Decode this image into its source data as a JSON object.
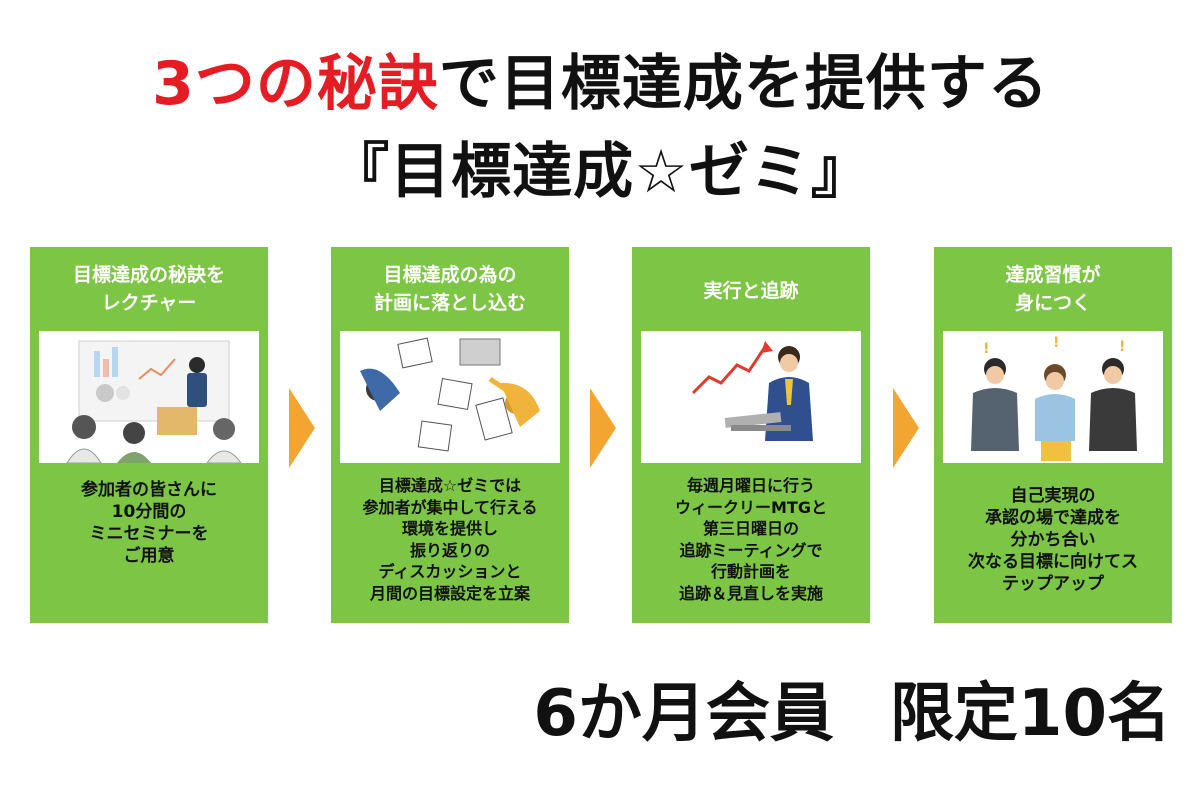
{
  "header": {
    "title_red": "3つの秘訣",
    "title_rest": "で目標達成を提供する",
    "subtitle": "『目標達成☆ゼミ』"
  },
  "cards": [
    {
      "title": [
        "目標達成の秘訣を",
        "レクチャー"
      ],
      "illustration": "seminar-lecture-illustration",
      "body": [
        "参加者の皆さんに",
        "10分間の",
        "ミニセミナーを",
        "ご用意"
      ]
    },
    {
      "title": [
        "目標達成の為の",
        "計画に落とし込む"
      ],
      "illustration": "planning-meeting-illustration",
      "body": [
        "目標達成☆ゼミでは",
        "参加者が集中して行える",
        "環境を提供し",
        "振り返りの",
        "ディスカッションと",
        "月間の目標設定を立案"
      ]
    },
    {
      "title": [
        "実行と追跡"
      ],
      "illustration": "growth-chart-laptop-illustration",
      "body": [
        "毎週月曜日に行う",
        "ウィークリーMTGと",
        "第三日曜日の",
        "追跡ミーティングで",
        "行動計画を",
        "追跡＆見直しを実施"
      ]
    },
    {
      "title": [
        "達成習慣が",
        "身につく"
      ],
      "illustration": "team-success-illustration",
      "body": [
        "自己実現の",
        "承認の場で達成を",
        "分かち合い",
        "次なる目標に向けてス",
        "テップアップ"
      ]
    }
  ],
  "footer": {
    "term": "6か月会員",
    "limit": "限定10名"
  },
  "colors": {
    "card_green": "#7dc544",
    "arrow_orange": "#f2a531",
    "title_red": "#e51c23"
  }
}
